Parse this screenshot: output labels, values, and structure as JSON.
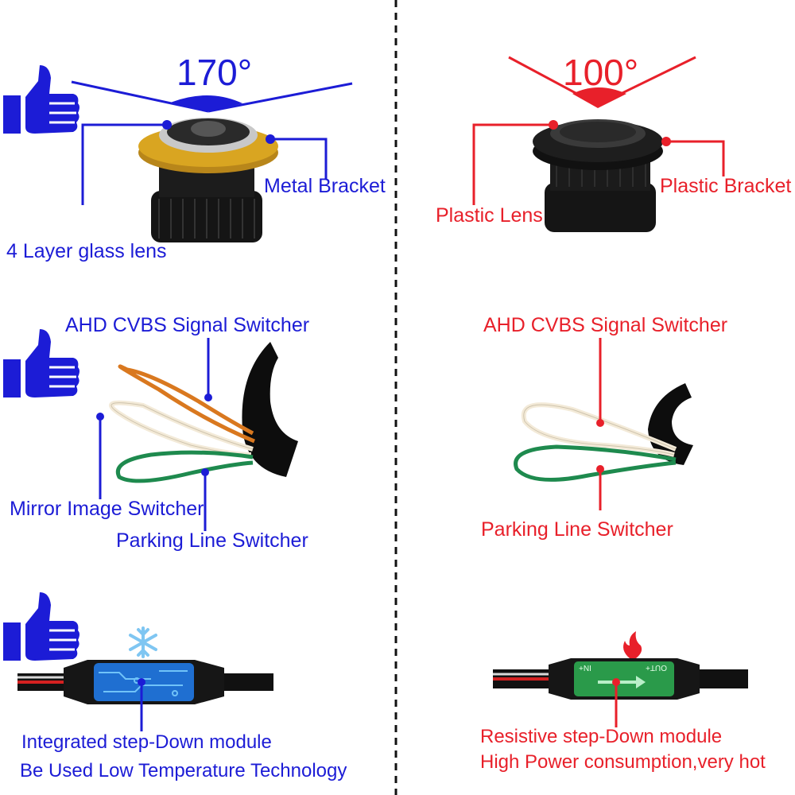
{
  "colors": {
    "good": "#1c1cd6",
    "bad": "#e8202a",
    "gold": "#d9a521",
    "wire_orange": "#d9781f",
    "wire_green": "#1e8a4e",
    "wire_white": "#f3ead8"
  },
  "left": {
    "angle": "170°",
    "lens_labels": {
      "metal_bracket": "Metal Bracket",
      "glass_lens": "4 Layer glass lens"
    },
    "wire_labels": {
      "signal_switcher": "AHD CVBS Signal  Switcher",
      "mirror_switcher": "Mirror Image Switcher",
      "parking_switcher": "Parking Line Switcher"
    },
    "module_labels": {
      "line1": "Integrated step-Down module",
      "line2": "Be Used Low Temperature Technology"
    },
    "icons": [
      "thumbs-up-icon",
      "snowflake-icon"
    ]
  },
  "right": {
    "angle": "100°",
    "lens_labels": {
      "plastic_lens": "Plastic Lens",
      "plastic_bracket": "Plastic Bracket"
    },
    "wire_labels": {
      "signal_switcher": "AHD CVBS Signal  Switcher",
      "parking_switcher": "Parking Line Switcher"
    },
    "module_labels": {
      "line1": "Resistive step-Down module",
      "line2": "High Power consumption,very hot"
    },
    "module_print": {
      "in": "IN+",
      "out": "OUT+"
    },
    "icons": [
      "flame-icon"
    ]
  }
}
